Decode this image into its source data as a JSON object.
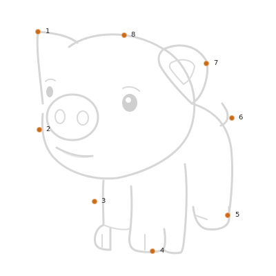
{
  "puzzle": {
    "points": [
      {
        "label": "1"
      },
      {
        "label": "2"
      },
      {
        "label": "3"
      },
      {
        "label": "4"
      },
      {
        "label": "5"
      },
      {
        "label": "6"
      },
      {
        "label": "7"
      },
      {
        "label": "8"
      }
    ],
    "dot_color": "#c86b1a",
    "outline_color": "#d6d6d6",
    "subject_icon": "pig-outline"
  }
}
